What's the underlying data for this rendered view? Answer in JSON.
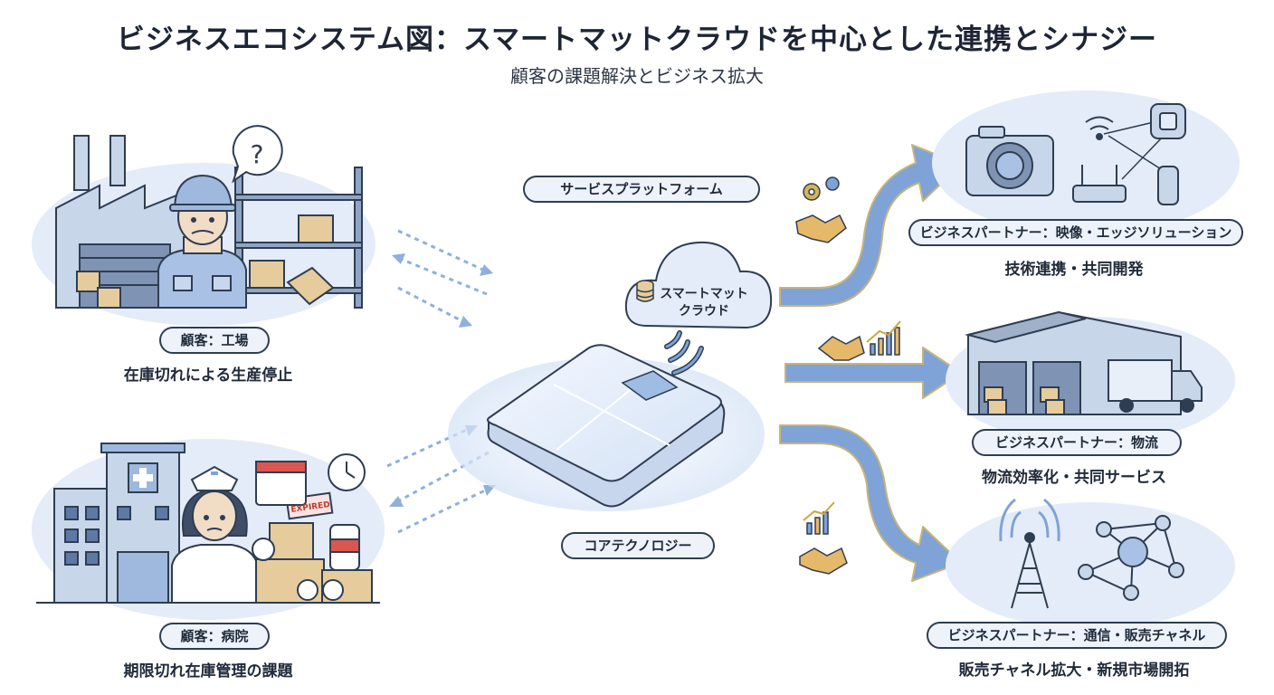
{
  "header": {
    "title": "ビジネスエコシステム図：スマートマットクラウドを中心とした連携とシナジー",
    "subtitle": "顧客の課題解決とビジネス拡大"
  },
  "customers": [
    {
      "label": "顧客：工場",
      "issue": "在庫切れによる生産停止"
    },
    {
      "label": "顧客：病院",
      "issue": "期限切れ在庫管理の課題"
    }
  ],
  "center": {
    "platform_label": "サービスプラットフォーム",
    "cloud_line1": "スマートマット",
    "cloud_line2": "クラウド",
    "core_label": "コアテクノロジー",
    "expired_sticker": "EXPIRED"
  },
  "partners": [
    {
      "label": "ビジネスパートナー：映像・エッジソリューション",
      "benefit": "技術連携・共同開発"
    },
    {
      "label": "ビジネスパートナー：物流",
      "benefit": "物流効率化・共同サービス"
    },
    {
      "label": "ビジネスパートナー：通信・販売チャネル",
      "benefit": "販売チャネル拡大・新規市場開拓"
    }
  ],
  "icons": [
    "factory-icon",
    "worker-icon",
    "question-icon",
    "hospital-icon",
    "nurse-icon",
    "clock-icon",
    "calendar-icon",
    "smart-mat-icon",
    "cloud-icon",
    "database-icon",
    "wifi-icon",
    "gear-icon",
    "handshake-icon",
    "growth-chart-icon",
    "camera-icon",
    "router-icon",
    "warehouse-icon",
    "truck-icon",
    "tower-icon",
    "network-icon"
  ],
  "colors": {
    "accent": "#7fa3d6",
    "outline": "#2f3d52",
    "arrow_border": "#c8b47a",
    "soft_bg": "#e3ecf8"
  }
}
